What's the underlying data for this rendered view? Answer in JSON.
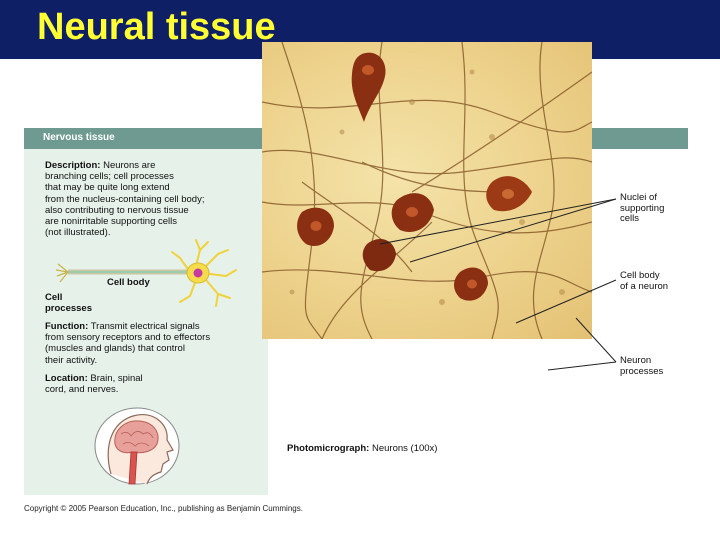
{
  "slide": {
    "title": "Neural tissue"
  },
  "figure": {
    "header": "Nervous tissue",
    "description_label": "Description:",
    "description_lines": [
      "Neurons are",
      "branching cells; cell processes",
      "that may be quite long extend",
      "from the nucleus-containing cell body;",
      "also contributing to nervous tissue",
      "are nonirritable supporting cells",
      "(not illustrated)."
    ],
    "diagram_labels": {
      "cell_body": "Cell body",
      "cell_processes_1": "Cell",
      "cell_processes_2": "processes"
    },
    "function_label": "Function:",
    "function_lines": [
      "Transmit electrical signals",
      "from sensory receptors and to effectors",
      "(muscles and glands) that control",
      "their activity."
    ],
    "location_label": "Location:",
    "location_lines": [
      "Brain, spinal",
      "cord, and nerves."
    ],
    "callouts": [
      [
        "Nuclei of",
        "supporting",
        "cells"
      ],
      [
        "Cell body",
        "of a neuron"
      ],
      [
        "Neuron",
        "processes"
      ]
    ],
    "caption_label": "Photomicrograph:",
    "caption_text": "Neurons (100x)"
  },
  "footer": {
    "copyright": "Copyright © 2005 Pearson Education, Inc., publishing as Benjamin Cummings."
  },
  "colors": {
    "title_bar": "#0f1f66",
    "title_text": "#ffff33",
    "panel_header": "#6f9a91",
    "panel_bg": "#e6f1e9",
    "neuron": "#8a2f12"
  }
}
